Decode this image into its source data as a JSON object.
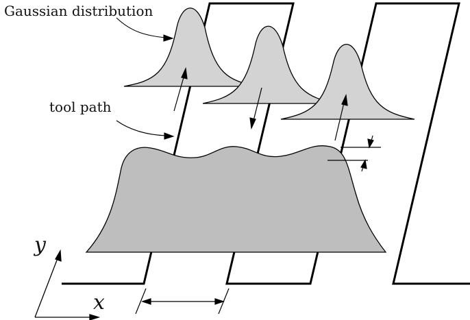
{
  "labels": {
    "gaussian": "Gaussian distribution",
    "tool_path": "tool path",
    "axis_y": "y",
    "axis_x": "x"
  },
  "colors": {
    "gaussian_fill": "#d3d3d3",
    "profile_fill": "#bebebe",
    "stroke": "#000000"
  }
}
